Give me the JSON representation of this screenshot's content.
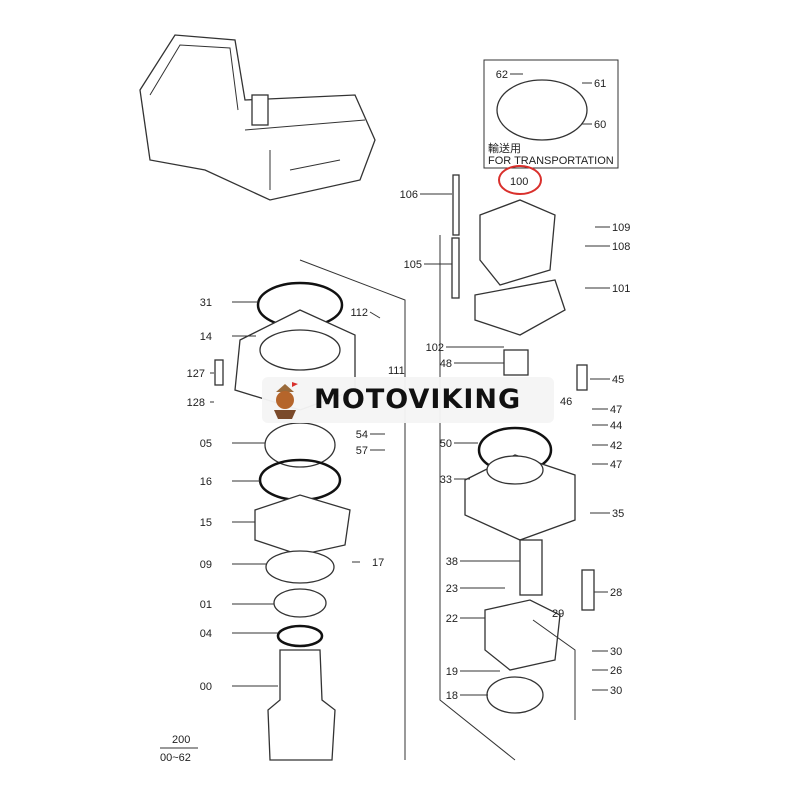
{
  "diagram": {
    "highlight_color": "#d9302c",
    "transport_note": {
      "jp": "輸送用",
      "en": "FOR TRANSPORTATION"
    },
    "highlighted_part": "100",
    "labels": {
      "p31": "31",
      "p14": "14",
      "p127": "127",
      "p128": "128",
      "p05": "05",
      "p16": "16",
      "p15": "15",
      "p09": "09",
      "p01": "01",
      "p04": "04",
      "p00": "00",
      "p112": "112",
      "p111": "111",
      "p54": "54",
      "p57": "57",
      "p17": "17",
      "p62": "62",
      "p61": "61",
      "p60": "60",
      "p106": "106",
      "p105": "105",
      "p109": "109",
      "p108": "108",
      "p101": "101",
      "p102": "102",
      "p48": "48",
      "p45": "45",
      "p47a": "47",
      "p44": "44",
      "p42": "42",
      "p47b": "47",
      "p46": "46",
      "p50": "50",
      "p33": "33",
      "p35": "35",
      "p38": "38",
      "p23": "23",
      "p28": "28",
      "p29": "29",
      "p22": "22",
      "p30a": "30",
      "p26": "26",
      "p30b": "30",
      "p19": "19",
      "p18": "18"
    },
    "footer": {
      "page": "200",
      "range": "00~62"
    }
  },
  "watermark": {
    "brand": "MOTOVIKING"
  }
}
